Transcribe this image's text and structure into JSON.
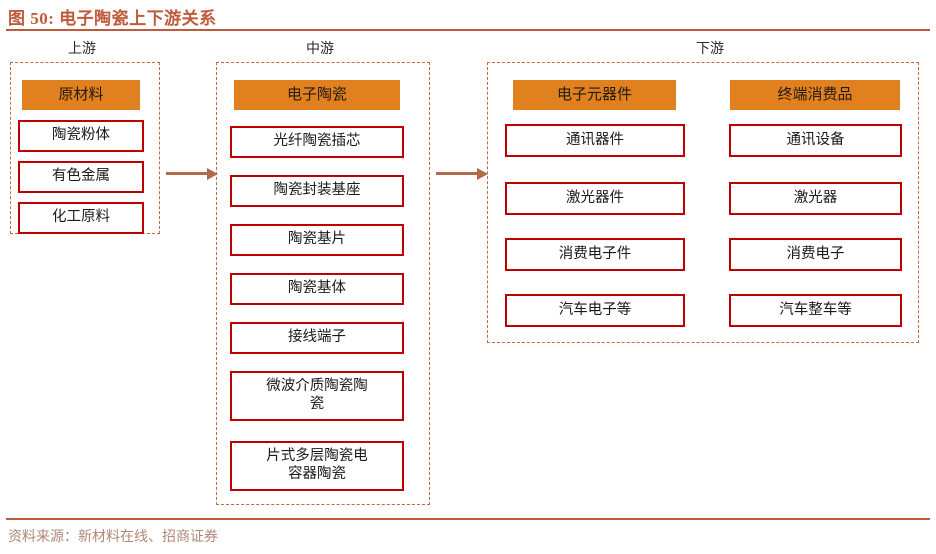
{
  "title": "图 50: 电子陶瓷上下游关系",
  "colors": {
    "title": "#BE5B3C",
    "header_fill": "#E0801F",
    "box_border": "#C00000",
    "group_border": "#C0694A",
    "arrow": "#B06A4C",
    "footer_text": "#B08878"
  },
  "sections": {
    "upstream": {
      "label": "上游",
      "header": "原材料",
      "items": [
        "陶瓷粉体",
        "有色金属",
        "化工原料"
      ]
    },
    "midstream": {
      "label": "中游",
      "header": "电子陶瓷",
      "items": [
        "光纤陶瓷插芯",
        "陶瓷封装基座",
        "陶瓷基片",
        "陶瓷基体",
        "接线端子",
        "微波介质陶瓷陶\n瓷",
        "片式多层陶瓷电\n容器陶瓷"
      ]
    },
    "downstream": {
      "label": "下游",
      "columns": [
        {
          "header": "电子元器件",
          "items": [
            "通讯器件",
            "激光器件",
            "消费电子件",
            "汽车电子等"
          ]
        },
        {
          "header": "终端消费品",
          "items": [
            "通讯设备",
            "激光器",
            "消费电子",
            "汽车整车等"
          ]
        }
      ]
    }
  },
  "arrows": [
    {
      "name": "upstream-to-midstream"
    },
    {
      "name": "midstream-to-downstream"
    }
  ],
  "footer": "资料来源：新材料在线、招商证券"
}
